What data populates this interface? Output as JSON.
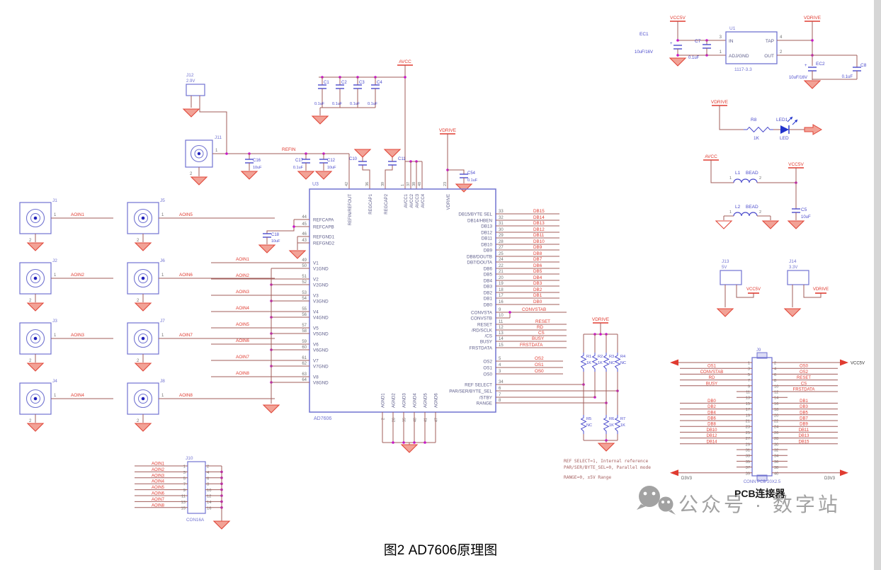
{
  "page": {
    "caption": "图2 AD7606原理图"
  },
  "watermark": {
    "icon": "wechat-icon",
    "text": "公众号 · 数字站"
  },
  "colors": {
    "wire": "#a05c5a",
    "red": "#e03b30",
    "comp": "#7173d1",
    "symbol": "#4b4bcc",
    "pin_text": "#5c5c8a",
    "pin_num": "#707070",
    "junction": "#c816c8",
    "gnd_fill": "#f2a296",
    "gnd_stroke": "#e0473a",
    "note": "#a56060",
    "watermark": "#a2a2a2"
  },
  "regulator": {
    "ref": "U1",
    "part": "1117-3.3",
    "input_net": "VCC5V",
    "output_net": "VDRIVE",
    "pin_in": {
      "num": "3",
      "name": "IN"
    },
    "pin_adj": {
      "num": "1",
      "name": "ADJ/GND"
    },
    "pin_tap": {
      "num": "4",
      "name": "TAP"
    },
    "pin_out": {
      "num": "2",
      "name": "OUT"
    },
    "ec1": {
      "ref": "EC1",
      "value": "10uF/16V"
    },
    "c7": {
      "ref": "C7",
      "value": "0.1uF"
    },
    "ec2": {
      "ref": "EC2",
      "value": "10uF/16V"
    },
    "c8": {
      "ref": "C8",
      "value": "0.1uF"
    }
  },
  "led_circuit": {
    "net": "VDRIVE",
    "r8": {
      "ref": "R8",
      "value": "1K"
    },
    "led": {
      "ref": "LED1",
      "value": "LED"
    }
  },
  "bead1": {
    "ref": "L1",
    "value": "BEAD",
    "pin1": "1",
    "pin2": "2",
    "from": "AVCC",
    "to": "VCC5V",
    "c5": {
      "ref": "C5",
      "value": "10uF"
    }
  },
  "bead2": {
    "ref": "L2",
    "value": "BEAD",
    "pin1": "1",
    "pin2": "2"
  },
  "j13": {
    "ref": "J13",
    "value": "5V",
    "net": "VCC5V"
  },
  "j14": {
    "ref": "J14",
    "value": "3.3V",
    "net": "VDRIVE"
  },
  "ref_circuit": {
    "j12": {
      "ref": "J12",
      "value": "2.9V"
    },
    "j11": {
      "ref": "J11",
      "pin": "1",
      "gnd": "2"
    },
    "net": "REFIN",
    "c16": {
      "ref": "C16",
      "value": "10uF"
    },
    "c17": {
      "ref": "C17",
      "value": "0.1uF"
    },
    "c12": {
      "ref": "C12",
      "value": "10uF"
    },
    "c18": {
      "ref": "C18",
      "value": "10uF"
    }
  },
  "avcc_net": "AVCC",
  "vdrive_net": "VDRIVE",
  "avcc_caps": [
    {
      "ref": "C1",
      "value": "0.1uF"
    },
    {
      "ref": "C2",
      "value": "0.1uF"
    },
    {
      "ref": "C3",
      "value": "0.1uF"
    },
    {
      "ref": "C4",
      "value": "0.1uF"
    }
  ],
  "regcap_caps": [
    {
      "ref": "C10"
    },
    {
      "ref": "C11"
    }
  ],
  "c54": {
    "ref": "C54",
    "value": "0.1uF"
  },
  "ic": {
    "ref": "U3",
    "part": "AD7606",
    "top_pins": [
      {
        "num": "42",
        "name": "REFIN/REFOUT"
      },
      {
        "num": "36",
        "name": "REGCAP1"
      },
      {
        "num": "39",
        "name": "REGCAP2"
      },
      {
        "num": "1",
        "name": "AVCC1"
      },
      {
        "num": "37",
        "name": "AVCC2"
      },
      {
        "num": "38",
        "name": "AVCC3"
      },
      {
        "num": "48",
        "name": "AVCC4"
      },
      {
        "num": "23",
        "name": "VDRIVE"
      }
    ],
    "left_pins": [
      {
        "num": "44",
        "name": "REFCAPA"
      },
      {
        "num": "45",
        "name": "REFCAPB"
      },
      {
        "num": "46",
        "name": "REFGND1"
      },
      {
        "num": "43",
        "name": "REFGND2"
      },
      {
        "num": "49",
        "name": "V1"
      },
      {
        "num": "50",
        "name": "V1GND"
      },
      {
        "num": "51",
        "name": "V2"
      },
      {
        "num": "52",
        "name": "V2GND"
      },
      {
        "num": "53",
        "name": "V3"
      },
      {
        "num": "54",
        "name": "V3GND"
      },
      {
        "num": "55",
        "name": "V4"
      },
      {
        "num": "56",
        "name": "V4GND"
      },
      {
        "num": "57",
        "name": "V5"
      },
      {
        "num": "58",
        "name": "V5GND"
      },
      {
        "num": "59",
        "name": "V6"
      },
      {
        "num": "60",
        "name": "V6GND"
      },
      {
        "num": "61",
        "name": "V7"
      },
      {
        "num": "62",
        "name": "V7GND"
      },
      {
        "num": "63",
        "name": "V8"
      },
      {
        "num": "64",
        "name": "V8GND"
      }
    ],
    "db_pins": [
      {
        "num": "33",
        "name": "DB15/BYTE SEL",
        "net": "DB15"
      },
      {
        "num": "32",
        "name": "DB14/HBEN",
        "net": "DB14"
      },
      {
        "num": "31",
        "name": "DB13",
        "net": "DB13"
      },
      {
        "num": "30",
        "name": "DB12",
        "net": "DB12"
      },
      {
        "num": "29",
        "name": "DB11",
        "net": "DB11"
      },
      {
        "num": "28",
        "name": "DB10",
        "net": "DB10"
      },
      {
        "num": "27",
        "name": "DB9",
        "net": "DB9"
      },
      {
        "num": "25",
        "name": "DB8/DOUTB",
        "net": "DB8"
      },
      {
        "num": "24",
        "name": "DB7/DOUTA",
        "net": "DB7"
      },
      {
        "num": "22",
        "name": "DB6",
        "net": "DB6"
      },
      {
        "num": "21",
        "name": "DB5",
        "net": "DB5"
      },
      {
        "num": "20",
        "name": "DB4",
        "net": "DB4"
      },
      {
        "num": "19",
        "name": "DB3",
        "net": "DB3"
      },
      {
        "num": "18",
        "name": "DB2",
        "net": "DB2"
      },
      {
        "num": "17",
        "name": "DB1",
        "net": "DB1"
      },
      {
        "num": "16",
        "name": "DB0",
        "net": "DB0"
      }
    ],
    "ctrl_pins": [
      {
        "num": "9",
        "name": "CONVSTA",
        "net": "CONVSTAB"
      },
      {
        "num": "10",
        "name": "CONVSTB",
        "net": ""
      },
      {
        "num": "11",
        "name": "RESET",
        "net": "RESET"
      },
      {
        "num": "12",
        "name": "/RD/SCLK",
        "net": "RD"
      },
      {
        "num": "13",
        "name": "/CS",
        "net": "CS"
      },
      {
        "num": "14",
        "name": "BUSY",
        "net": "BUSY"
      },
      {
        "num": "15",
        "name": "FRSTDATA",
        "net": "FRSTDATA"
      }
    ],
    "os_pins": [
      {
        "num": "5",
        "name": "OS2",
        "net": "OS2"
      },
      {
        "num": "4",
        "name": "OS1",
        "net": "OS1"
      },
      {
        "num": "3",
        "name": "OS0",
        "net": "OS0"
      }
    ],
    "cfg_pins": [
      {
        "num": "34",
        "name": "REF SELECT"
      },
      {
        "num": "6",
        "name": "PAR/SER/BYTE_SEL"
      },
      {
        "num": "7",
        "name": "/STBY"
      },
      {
        "num": "8",
        "name": "RANGE"
      }
    ],
    "agnd_pins": [
      {
        "num": "2",
        "name": "AGND1"
      },
      {
        "num": "26",
        "name": "AGND2"
      },
      {
        "num": "35",
        "name": "AGND3"
      },
      {
        "num": "40",
        "name": "AGND4"
      },
      {
        "num": "41",
        "name": "AGND5"
      },
      {
        "num": "47",
        "name": "AGND6"
      }
    ],
    "input_nets": [
      "AOIN1",
      "AOIN2",
      "AOIN3",
      "AOIN4",
      "AOIN5",
      "AOIN6",
      "AOIN7",
      "AOIN8"
    ]
  },
  "pull_network": {
    "net_top": "VDRIVE",
    "top": [
      {
        "ref": "R1",
        "value": "1K"
      },
      {
        "ref": "R2",
        "value": "1K"
      },
      {
        "ref": "R3",
        "value": "NC"
      },
      {
        "ref": "R4",
        "value": "NC"
      }
    ],
    "bottom": [
      {
        "ref": "R5",
        "value": "NC"
      },
      {
        "ref": "R6",
        "value": "1K"
      },
      {
        "ref": "R7",
        "value": "1K"
      }
    ]
  },
  "notes": [
    "REF SELECT=1, Internal reference",
    "PAR/SER/BYTE_SEL=0, Parallel mode",
    "RANGE=0, ±5V Range"
  ],
  "bnc": [
    {
      "ref": "J1",
      "pin": "1",
      "gnd": "2",
      "net": "AOIN1"
    },
    {
      "ref": "J2",
      "pin": "1",
      "gnd": "2",
      "net": "AOIN2"
    },
    {
      "ref": "J3",
      "pin": "1",
      "gnd": "2",
      "net": "AOIN3"
    },
    {
      "ref": "J4",
      "pin": "1",
      "gnd": "2",
      "net": "AOIN4"
    },
    {
      "ref": "J5",
      "pin": "1",
      "gnd": "2",
      "net": "AOIN5"
    },
    {
      "ref": "J6",
      "pin": "1",
      "gnd": "2",
      "net": "AOIN6"
    },
    {
      "ref": "J7",
      "pin": "1",
      "gnd": "2",
      "net": "AOIN7"
    },
    {
      "ref": "J8",
      "pin": "1",
      "gnd": "2",
      "net": "AOIN8"
    }
  ],
  "j10": {
    "ref": "J10",
    "part": "CON16A",
    "rows": [
      {
        "l": "1",
        "r": "2",
        "net": "AOIN1"
      },
      {
        "l": "3",
        "r": "4",
        "net": "AOIN2"
      },
      {
        "l": "5",
        "r": "6",
        "net": "AOIN3"
      },
      {
        "l": "7",
        "r": "8",
        "net": "AOIN4"
      },
      {
        "l": "9",
        "r": "10",
        "net": "AOIN5"
      },
      {
        "l": "11",
        "r": "12",
        "net": "AOIN6"
      },
      {
        "l": "13",
        "r": "14",
        "net": "AOIN7"
      },
      {
        "l": "15",
        "r": "16",
        "net": "AOIN8"
      }
    ]
  },
  "j9": {
    "ref": "J9",
    "part": "CONN PCB 20X2.5",
    "title": "PCB连接器",
    "left": [
      {
        "pin": "1",
        "label": ""
      },
      {
        "pin": "3",
        "label": "OS1"
      },
      {
        "pin": "5",
        "label": "CONVSTAB"
      },
      {
        "pin": "7",
        "label": "RD"
      },
      {
        "pin": "9",
        "label": "BUSY"
      },
      {
        "pin": "11",
        "label": ""
      },
      {
        "pin": "13",
        "label": ""
      },
      {
        "pin": "15",
        "label": "DB0"
      },
      {
        "pin": "17",
        "label": "DB2"
      },
      {
        "pin": "19",
        "label": "DB4"
      },
      {
        "pin": "21",
        "label": "DB6"
      },
      {
        "pin": "23",
        "label": "DB8"
      },
      {
        "pin": "25",
        "label": "DB10"
      },
      {
        "pin": "27",
        "label": "DB12"
      },
      {
        "pin": "29",
        "label": "DB14"
      },
      {
        "pin": "31",
        "label": ""
      },
      {
        "pin": "33",
        "label": ""
      },
      {
        "pin": "35",
        "label": ""
      },
      {
        "pin": "37",
        "label": ""
      },
      {
        "pin": "39",
        "label": "D3V3"
      }
    ],
    "right": [
      {
        "pin": "2",
        "label": "VCC5V"
      },
      {
        "pin": "4",
        "label": "OS0"
      },
      {
        "pin": "6",
        "label": "OS2"
      },
      {
        "pin": "8",
        "label": "RESET"
      },
      {
        "pin": "10",
        "label": "CS"
      },
      {
        "pin": "12",
        "label": "FRSTDATA"
      },
      {
        "pin": "14",
        "label": ""
      },
      {
        "pin": "16",
        "label": "DB1"
      },
      {
        "pin": "18",
        "label": "DB3"
      },
      {
        "pin": "20",
        "label": "DB5"
      },
      {
        "pin": "22",
        "label": "DB7"
      },
      {
        "pin": "24",
        "label": "DB9"
      },
      {
        "pin": "26",
        "label": "DB11"
      },
      {
        "pin": "28",
        "label": "DB13"
      },
      {
        "pin": "30",
        "label": "DB15"
      },
      {
        "pin": "32",
        "label": ""
      },
      {
        "pin": "34",
        "label": ""
      },
      {
        "pin": "36",
        "label": ""
      },
      {
        "pin": "38",
        "label": ""
      },
      {
        "pin": "40",
        "label": "D3V3"
      }
    ]
  }
}
